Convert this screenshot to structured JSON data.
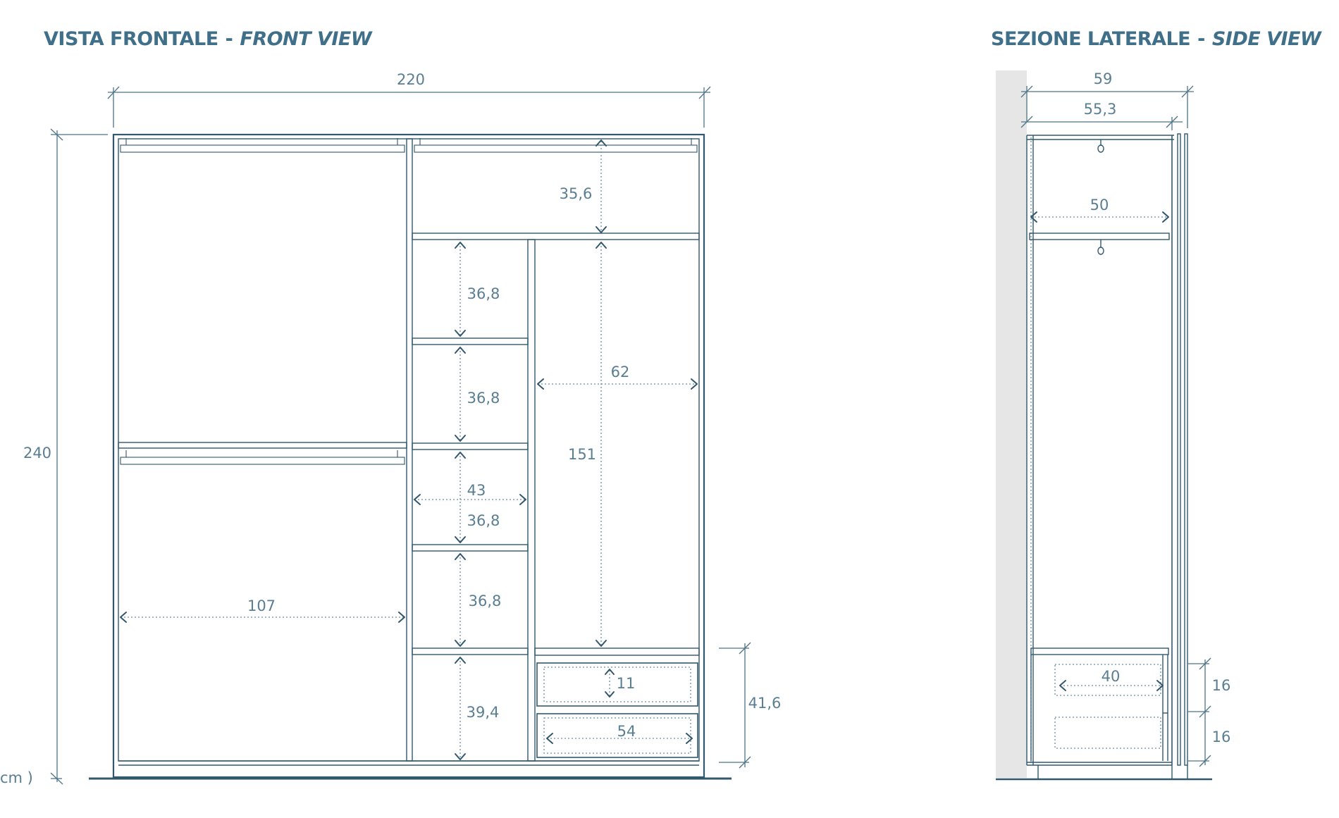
{
  "titles": {
    "front_it": "VISTA FRONTALE",
    "front_en": "FRONT VIEW",
    "side_it": "SEZIONE LATERALE",
    "side_en": "SIDE VIEW",
    "separator": "-"
  },
  "unit_note": "cm )",
  "front": {
    "width": "220",
    "height": "240",
    "top_compartment": "35,6",
    "shelf_1": "36,8",
    "shelf_2": "36,8",
    "shelf_3": "36,8",
    "shelf_4": "36,8",
    "shelf_width": "43",
    "bottom_shelf": "39,4",
    "column_width": "62",
    "column_height": "151",
    "hanging_width": "107",
    "drawer_height": "11",
    "drawer_width": "54",
    "drawer_block_height": "41,6"
  },
  "side": {
    "depth_total": "59",
    "depth_inner": "55,3",
    "rail_depth": "50",
    "drawer_depth": "40",
    "drawer_1_height": "16",
    "drawer_2_height": "16"
  },
  "colors": {
    "title": "#3f6f89",
    "line": "#31586d",
    "dimension_text": "#5a7e92",
    "wall": "#e6e6e6"
  }
}
